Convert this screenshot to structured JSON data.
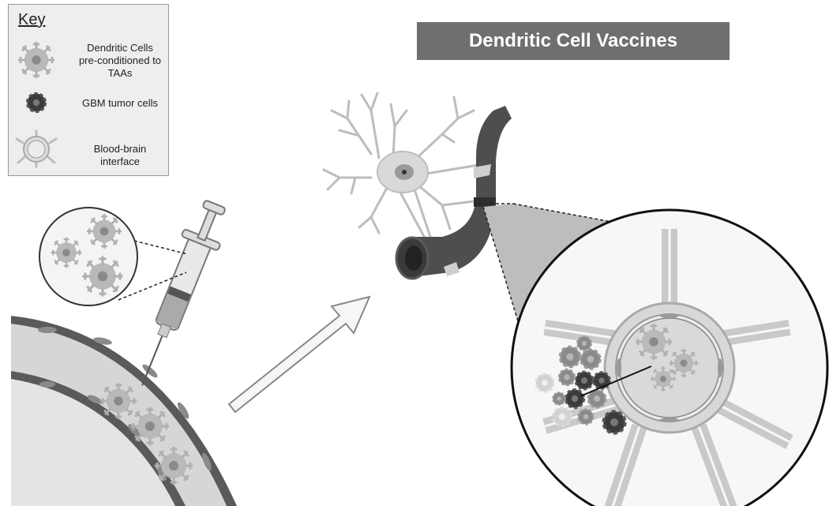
{
  "title": "Dendritic Cell Vaccines",
  "key": {
    "heading": "Key",
    "items": [
      {
        "label": "Dendritic Cells pre-conditioned to TAAs",
        "icon": "dendritic-cell-icon"
      },
      {
        "label": "GBM tumor cells",
        "icon": "tumor-cell-icon"
      },
      {
        "label": "Blood-brain interface",
        "icon": "blood-brain-interface-icon"
      }
    ]
  },
  "colors": {
    "title_bg": "#6f6f6f",
    "vessel_dark": "#4a4a4a",
    "dendritic_cell": "#b8b8b8",
    "tumor_cell": "#3a3a3a",
    "background": "#ffffff"
  }
}
